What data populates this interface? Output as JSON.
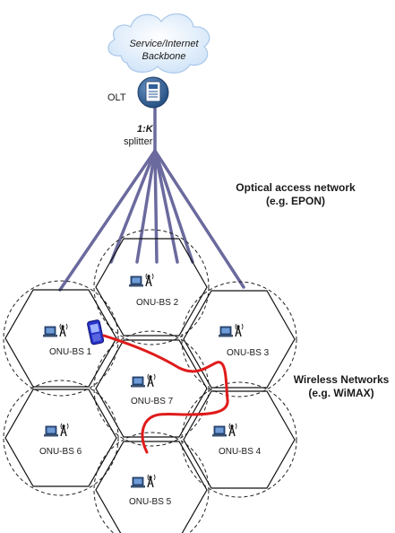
{
  "cloud": {
    "line1": "Service/Internet",
    "line2": "Backbone"
  },
  "olt_label": "OLT",
  "splitter": {
    "ratio": "1:K",
    "label": "splitter"
  },
  "optical": {
    "title": "Optical access network",
    "subtitle": "(e.g. EPON)"
  },
  "wireless": {
    "title": "Wireless Networks",
    "subtitle": "(e.g. WiMAX)"
  },
  "cells": [
    {
      "label": "ONU-BS 1"
    },
    {
      "label": "ONU-BS 2"
    },
    {
      "label": "ONU-BS 3"
    },
    {
      "label": "ONU-BS 4"
    },
    {
      "label": "ONU-BS 5"
    },
    {
      "label": "ONU-BS 6"
    },
    {
      "label": "ONU-BS 7"
    }
  ],
  "colors": {
    "fiber": "#6b6a9e",
    "route": "#e01b1b",
    "cloud": "#dcebfb",
    "olt": "#2f5f96",
    "phone": "#2a33c9"
  }
}
